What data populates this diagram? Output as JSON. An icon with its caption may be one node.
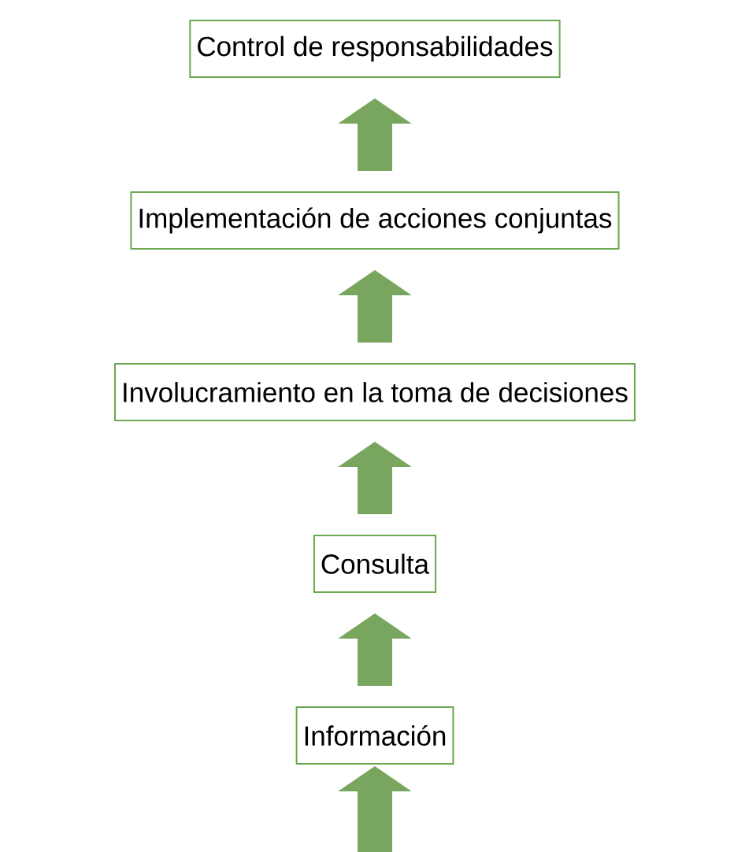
{
  "diagram": {
    "nodes": [
      {
        "text": [
          "Control de responsabilidades"
        ]
      },
      {
        "text": [
          "Implementación de acciones conjuntas"
        ]
      },
      {
        "text": [
          "Involucramiento en la toma de decisiones"
        ]
      },
      {
        "text": [
          "Consulta"
        ]
      },
      {
        "text": [
          "Información"
        ]
      }
    ],
    "edges": [
      {
        "from": 4,
        "to": 3,
        "arrow": "to"
      },
      {
        "from": 3,
        "to": 2,
        "arrow": "to"
      },
      {
        "from": 2,
        "to": 1,
        "arrow": "to"
      },
      {
        "from": 1,
        "to": 0,
        "arrow": "to"
      },
      {
        "from": null,
        "to": 4,
        "arrow": "to"
      }
    ]
  }
}
